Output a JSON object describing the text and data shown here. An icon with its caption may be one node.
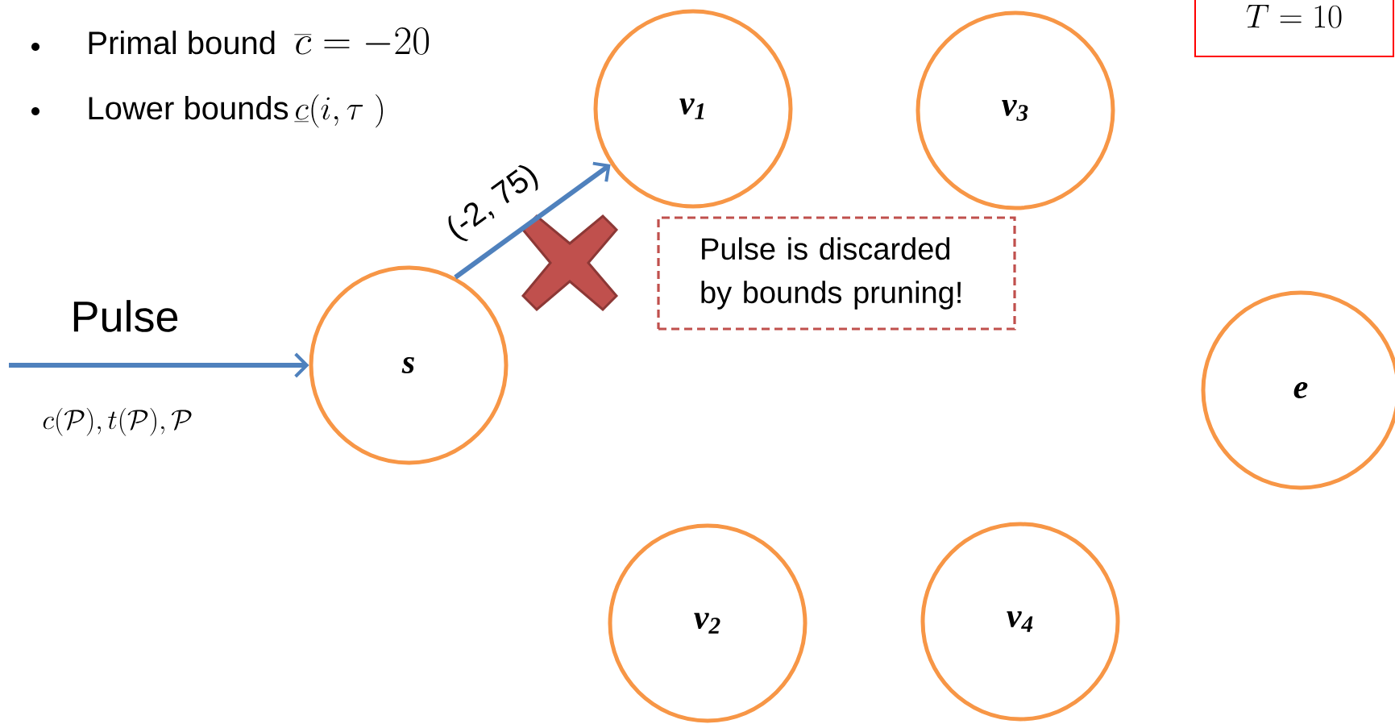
{
  "diagram": {
    "nodes": [
      {
        "text": [
          "s"
        ]
      },
      {
        "text": [
          "v$_{1}$"
        ]
      },
      {
        "text": [
          "v$_{3}$"
        ]
      },
      {
        "text": [
          "v$_{2}$"
        ]
      },
      {
        "text": [
          "v$_{4}$"
        ]
      },
      {
        "text": [
          "e"
        ]
      },
      {
        "text": [
          "Pulse is discarded by bounds pruning!"
        ]
      },
      {
        "text": [
          "T = 10"
        ]
      },
      {
        "text": [],
        "shape": "cross"
      }
    ],
    "edges": [
      {
        "from": null,
        "to": 0,
        "arrow": "to",
        "label": "Pulse"
      },
      {
        "from": 0,
        "to": 1,
        "arrow": "to",
        "label": "(-2, 75)"
      }
    ],
    "labels": [
      "Primal bound",
      "\\overline{c}=-20",
      "Lower bounds",
      "\\underline{c}(i,\\tau\\ )",
      "c(\\mathcal{P}), t(\\mathcal{P}), \\mathcal{P}"
    ]
  }
}
